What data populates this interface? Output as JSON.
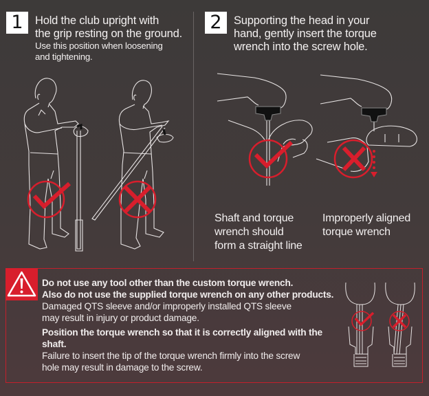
{
  "colors": {
    "background": "#403b3b",
    "accent_red": "#d81e2c",
    "text": "#f2eeee"
  },
  "step1": {
    "number": "1",
    "title_line1": "Hold the club upright with",
    "title_line2": "the grip resting on the ground.",
    "sub_line1": "Use this position when loosening",
    "sub_line2": "and tightening.",
    "illustrations": [
      {
        "name": "correct-posture",
        "mark": "check-icon"
      },
      {
        "name": "incorrect-posture",
        "mark": "cross-icon"
      }
    ]
  },
  "step2": {
    "number": "2",
    "title_line1": "Supporting the head in your",
    "title_line2": "hand, gently insert the torque",
    "title_line3": "wrench into the screw hole.",
    "captions": {
      "correct_line1": "Shaft and torque",
      "correct_line2": "wrench should",
      "correct_line3": "form a straight line",
      "incorrect_line1": "Improperly aligned",
      "incorrect_line2": "torque wrench"
    }
  },
  "warning": {
    "icon": "warning-triangle-icon",
    "bold1": "Do not use any tool other than the custom torque wrench.",
    "bold2": "Also do not use the supplied torque wrench on any other products.",
    "normal1": "Damaged QTS sleeve and/or improperly installed  QTS sleeve",
    "normal2": "may result in injury or product damage.",
    "bold3": "Position the torque wrench so that it is correctly aligned with the shaft.",
    "normal3": "Failure to insert the tip of the torque wrench firmly into the screw",
    "normal4": "hole may result in damage to the screw."
  }
}
